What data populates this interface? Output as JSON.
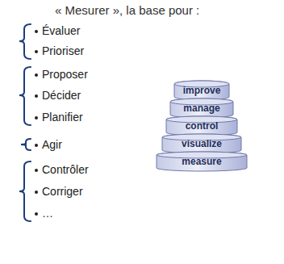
{
  "diagram": {
    "title": "« Mesurer », la base pour :",
    "nodes": [
      {
        "text": [
          "improve"
        ]
      },
      {
        "text": [
          "manage"
        ]
      },
      {
        "text": [
          "control"
        ]
      },
      {
        "text": [
          "visualize"
        ]
      },
      {
        "text": [
          "measure"
        ]
      }
    ],
    "labels": [
      "Évaluer",
      "Prioriser",
      "Proposer",
      "Décider",
      "Planifier",
      "Agir",
      "Contrôler",
      "Corriger",
      "…"
    ]
  }
}
